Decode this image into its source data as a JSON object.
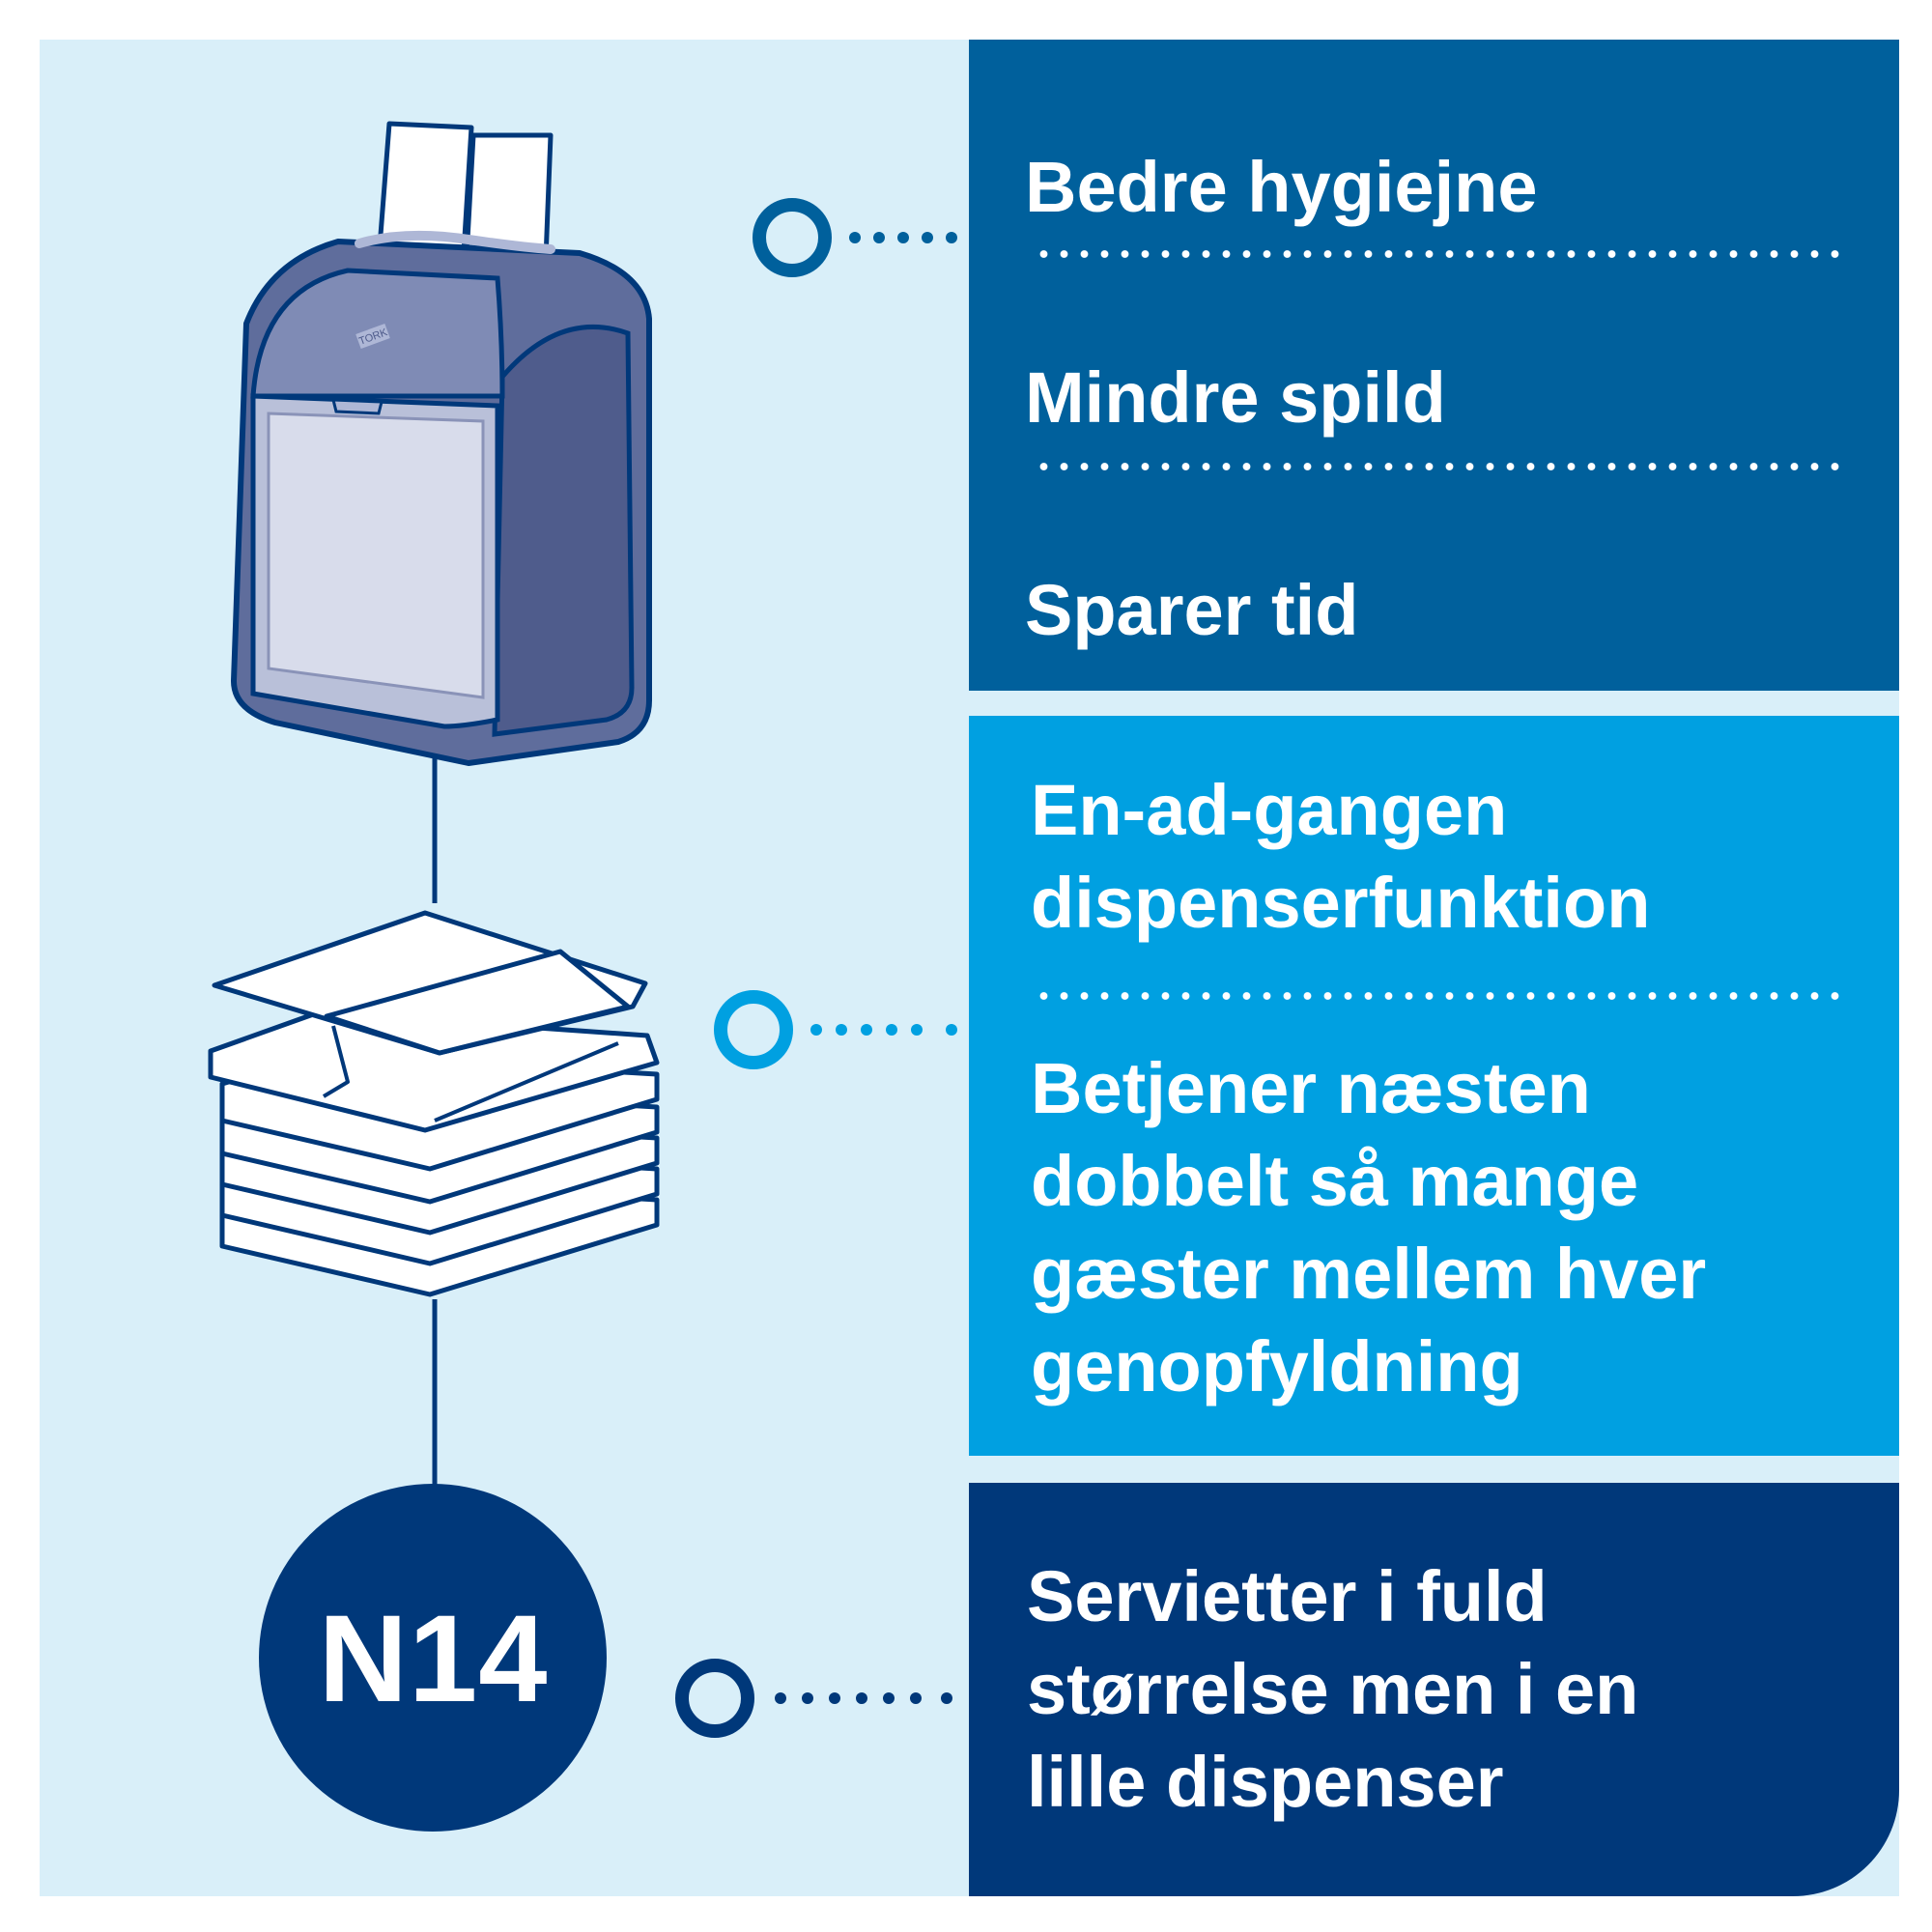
{
  "features": {
    "group1": {
      "color": "#00609c",
      "items": [
        "Bedre hygiejne",
        "Mindre spild",
        "Sparer tid"
      ]
    },
    "group2": {
      "color": "#00a0e1",
      "items": [
        "En-ad-gangen\ndispenserfunktion",
        "Betjener næsten\ndobbelt så mange\ngæster mellem hver\ngenopfyldning"
      ]
    },
    "group3": {
      "color": "#00387a",
      "items": [
        "Servietter i fuld\nstørrelse men i en\nlille dispenser"
      ]
    }
  },
  "badge": {
    "label": "N14",
    "color": "#00387a"
  },
  "illustration": {
    "dispenser_brand": "TORK",
    "background_color": "#d9eff9",
    "icons": [
      "napkin-dispenser-icon",
      "napkin-stack-icon"
    ]
  }
}
